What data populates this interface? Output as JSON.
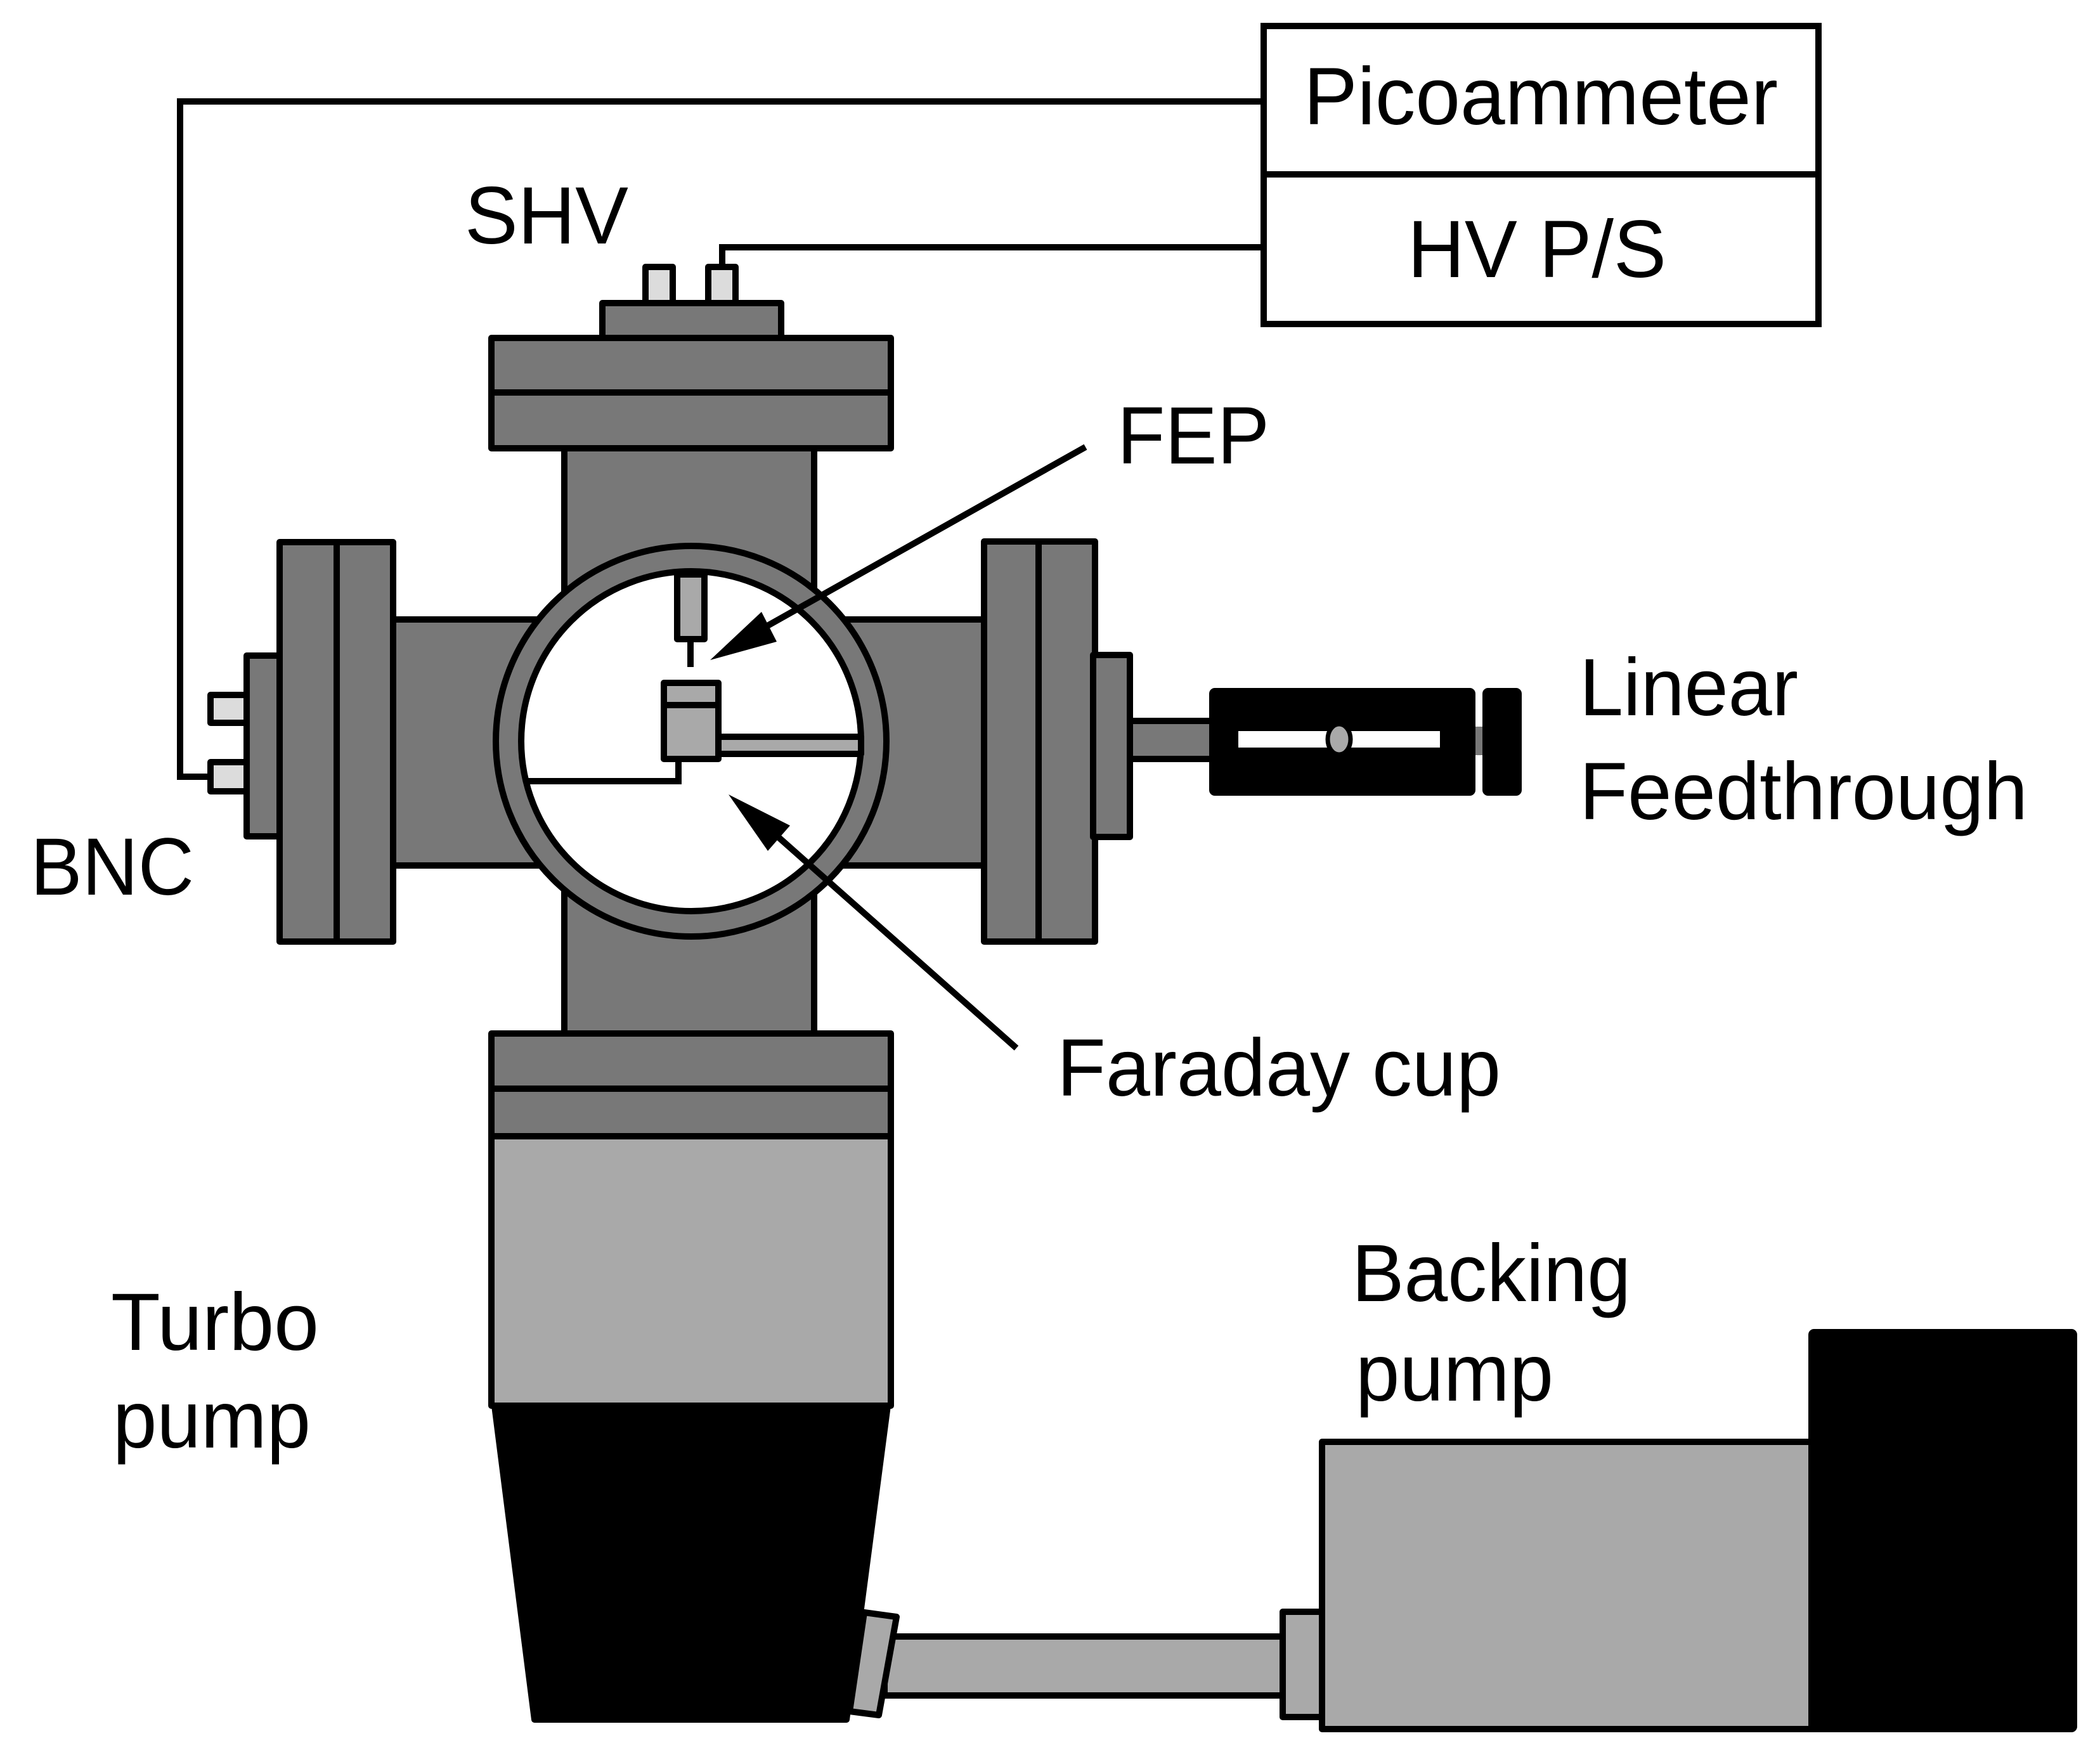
{
  "figure": {
    "type": "experimental setup schematic",
    "colors": {
      "chamber": "#787878",
      "pump_body": "#a9a9a9",
      "connector_pin": "#dcdcdc",
      "black_parts": "#000000",
      "background": "#ffffff"
    }
  },
  "instruments": {
    "picoammeter": "Picoammeter",
    "hv_power_supply": "HV P/S"
  },
  "labels": {
    "shv": "SHV",
    "fep": "FEP",
    "bnc": "BNC",
    "linear_feedthrough_line1": "Linear",
    "linear_feedthrough_line2": "Feedthrough",
    "faraday_cup": "Faraday cup",
    "turbo_pump_line1": "Turbo",
    "turbo_pump_line2": "pump",
    "backing_pump_line1": "Backing",
    "backing_pump_line2": "pump"
  }
}
